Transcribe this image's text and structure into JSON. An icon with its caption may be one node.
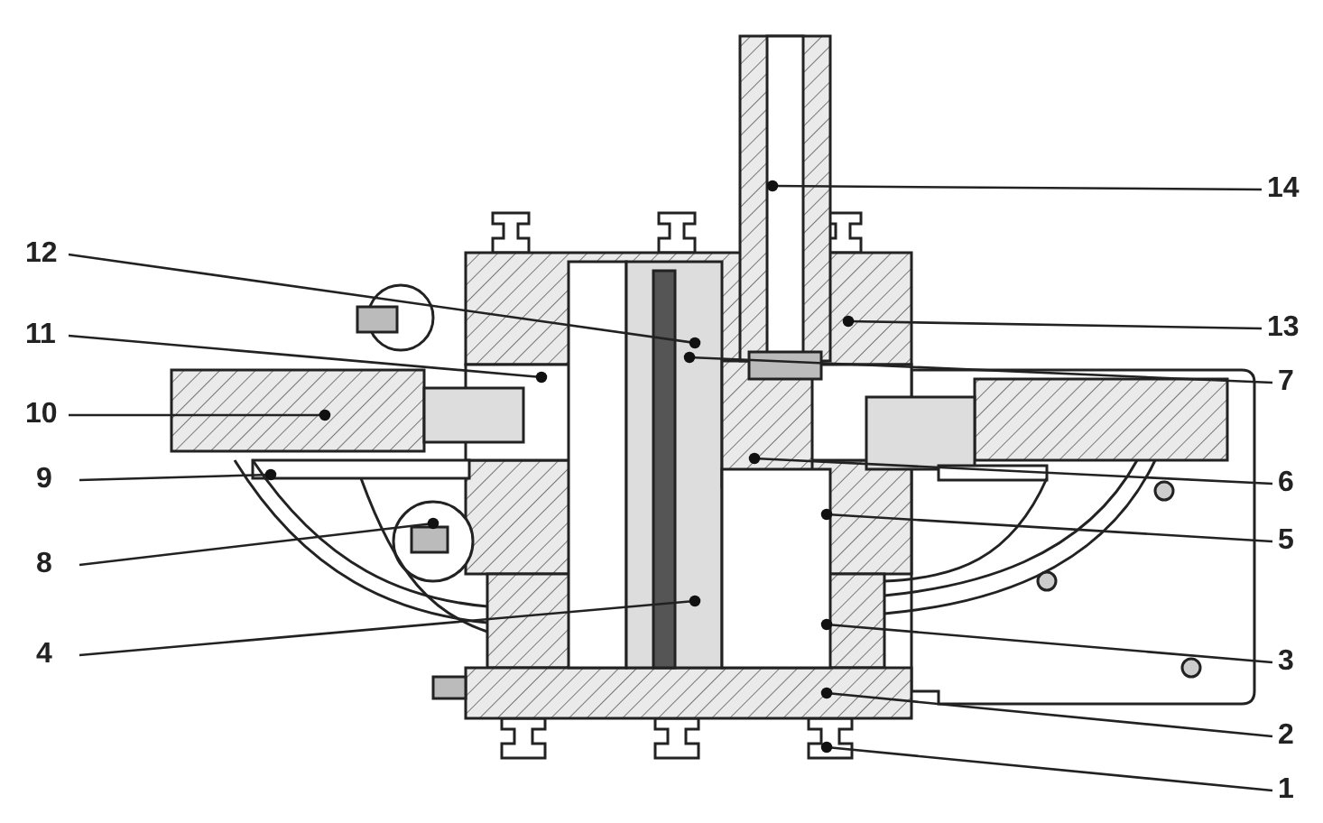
{
  "diagram": {
    "nodes": [
      {
        "text": [
          "14"
        ]
      },
      {
        "text": [
          "12"
        ]
      },
      {
        "text": [
          "13"
        ]
      },
      {
        "text": [
          "11"
        ]
      },
      {
        "text": [
          "7"
        ]
      },
      {
        "text": [
          "10"
        ]
      },
      {
        "text": [
          "9"
        ]
      },
      {
        "text": [
          "6"
        ]
      },
      {
        "text": [
          "5"
        ]
      },
      {
        "text": [
          "8"
        ]
      },
      {
        "text": [
          "4"
        ]
      },
      {
        "text": [
          "3"
        ]
      },
      {
        "text": [
          "2"
        ]
      },
      {
        "text": [
          "1"
        ]
      }
    ],
    "edges": [
      {
        "from": 0,
        "to": null,
        "arrow": "other"
      },
      {
        "from": 1,
        "to": null,
        "arrow": "other"
      },
      {
        "from": 2,
        "to": null,
        "arrow": "other"
      },
      {
        "from": 3,
        "to": null,
        "arrow": "other"
      },
      {
        "from": 4,
        "to": null,
        "arrow": "other"
      },
      {
        "from": 5,
        "to": null,
        "arrow": "other"
      },
      {
        "from": 6,
        "to": null,
        "arrow": "other"
      },
      {
        "from": 7,
        "to": null,
        "arrow": "other"
      },
      {
        "from": 8,
        "to": null,
        "arrow": "other"
      },
      {
        "from": 9,
        "to": null,
        "arrow": "other"
      },
      {
        "from": 10,
        "to": null,
        "arrow": "other"
      },
      {
        "from": 11,
        "to": null,
        "arrow": "other"
      },
      {
        "from": 12,
        "to": null,
        "arrow": "other"
      },
      {
        "from": 13,
        "to": null,
        "arrow": "other"
      }
    ]
  }
}
